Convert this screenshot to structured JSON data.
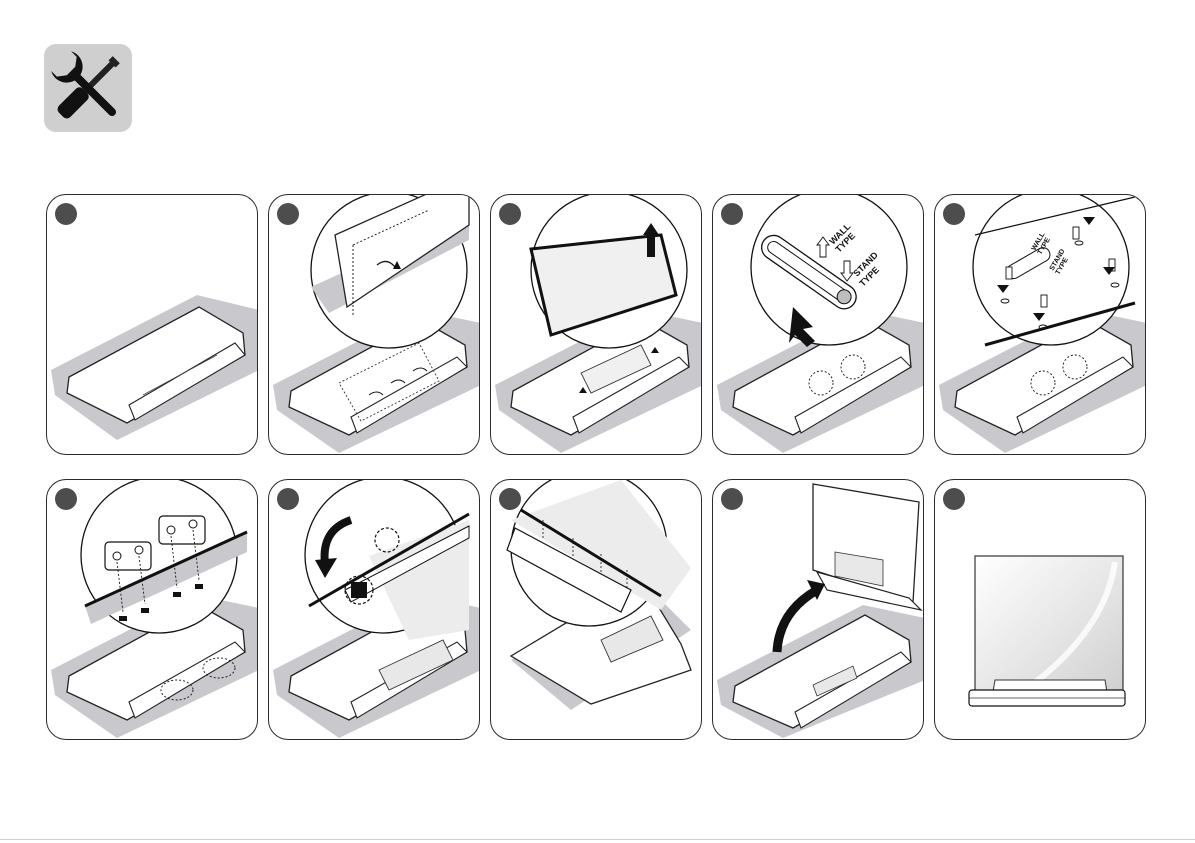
{
  "header": {
    "icon": "wrench-screwdriver-icon"
  },
  "steps": [
    {
      "id": 1,
      "scene": "tv-face-down-on-cushion"
    },
    {
      "id": 2,
      "scene": "peel-protective-cover"
    },
    {
      "id": 3,
      "scene": "remove-back-film"
    },
    {
      "id": 4,
      "scene": "slide-switch-stand-type",
      "labels": {
        "wall_line1": "WALL",
        "wall_line2": "TYPE",
        "stand_line1": "STAND",
        "stand_line2": "TYPE"
      }
    },
    {
      "id": 5,
      "scene": "remove-screws",
      "labels": {
        "wall_line1": "WALL",
        "wall_line2": "TYPE",
        "stand_line1": "STAND",
        "stand_line2": "TYPE"
      }
    },
    {
      "id": 6,
      "scene": "attach-brackets-with-screws"
    },
    {
      "id": 7,
      "scene": "hook-stand-base"
    },
    {
      "id": 8,
      "scene": "insert-stand-into-slots"
    },
    {
      "id": 9,
      "scene": "lift-tv-upright"
    },
    {
      "id": 10,
      "scene": "assembled-tv-on-stand"
    }
  ],
  "colors": {
    "cushion": "#c9c9cd",
    "panel_border": "#2b2b2b",
    "step_dot": "#4d4d4d",
    "icon_bg": "#cfcfcf"
  }
}
